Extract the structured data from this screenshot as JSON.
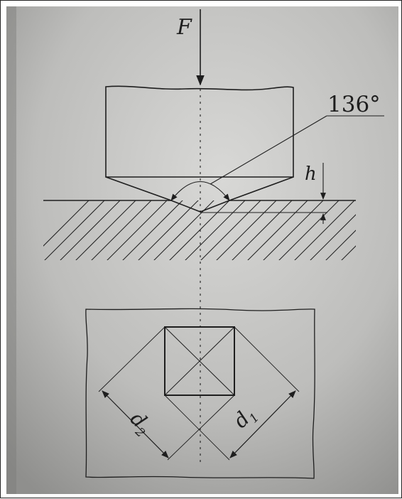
{
  "figure": {
    "force_label": "F",
    "angle_label": "136°",
    "depth_label": "h",
    "diagonal_1": {
      "base": "d",
      "subscript": "1"
    },
    "diagonal_2": {
      "base": "d",
      "subscript": "2"
    }
  },
  "colors": {
    "paper_light": "#d4d4d2",
    "paper_dark": "#8a8a88",
    "ink": "#1e1e1e",
    "frame": "#222222"
  }
}
